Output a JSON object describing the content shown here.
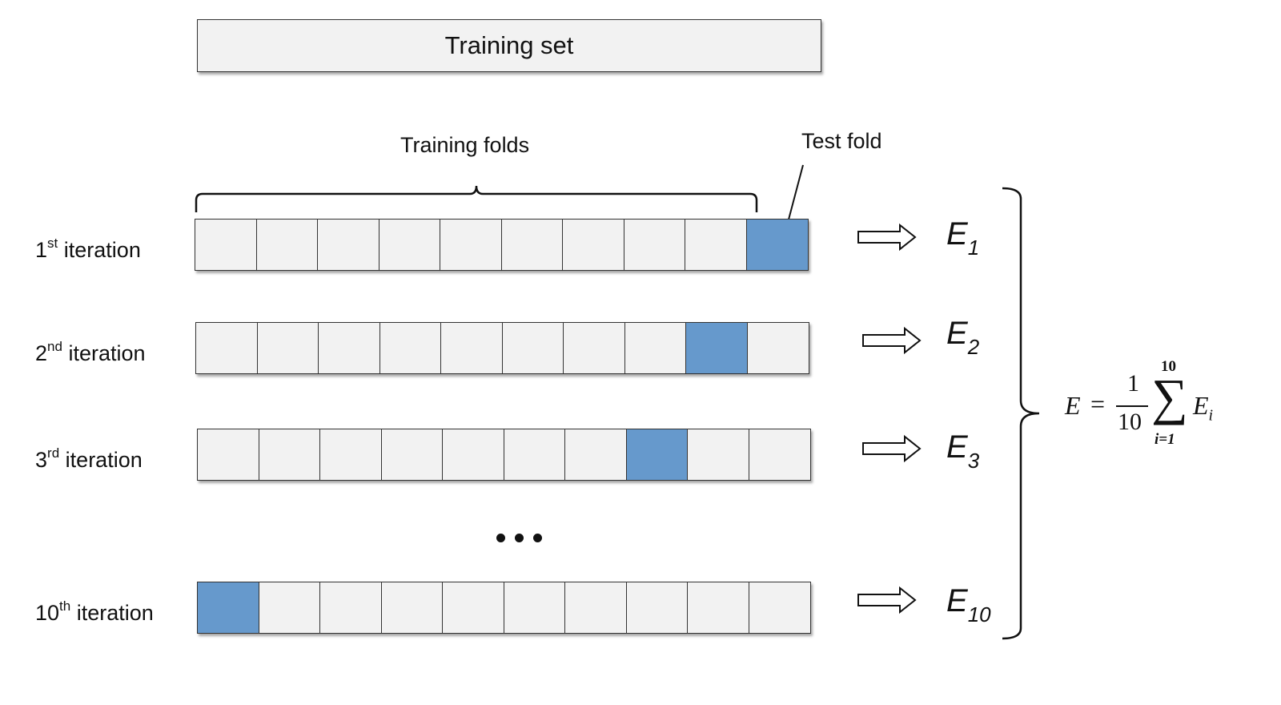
{
  "title": "Training set",
  "training_folds_label": "Training folds",
  "test_fold_label": "Test fold",
  "ellipsis": "...",
  "colors": {
    "test_fold": "#6699cc",
    "fold": "#f2f2f2",
    "stroke": "#333333"
  },
  "iterations": [
    {
      "number": "1",
      "suffix": "st",
      "word": "iteration",
      "test_index": 10,
      "error_base": "E",
      "error_sub": "1"
    },
    {
      "number": "2",
      "suffix": "nd",
      "word": "iteration",
      "test_index": 9,
      "error_base": "E",
      "error_sub": "2"
    },
    {
      "number": "3",
      "suffix": "rd",
      "word": "iteration",
      "test_index": 8,
      "error_base": "E",
      "error_sub": "3"
    },
    {
      "number": "10",
      "suffix": "th",
      "word": "iteration",
      "test_index": 1,
      "error_base": "E",
      "error_sub": "10"
    }
  ],
  "folds_per_row": 10,
  "formula": {
    "lhs": "E",
    "equals": "=",
    "numerator": "1",
    "denominator": "10",
    "sum_upper": "10",
    "sum_lower": "i=1",
    "term_base": "E",
    "term_sub": "i"
  }
}
